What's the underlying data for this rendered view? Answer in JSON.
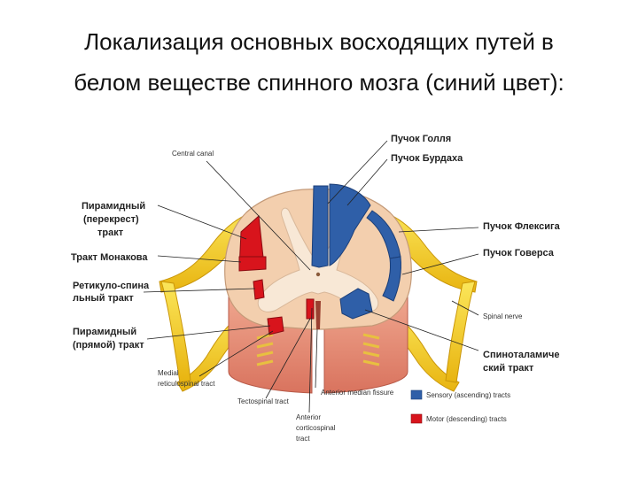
{
  "title": {
    "line1": "Локализация основных восходящих путей в",
    "line2": "белом веществе спинного мозга (синий цвет):"
  },
  "labels": {
    "goll": "Пучок Голля",
    "burdakh": "Пучок Бурдаха",
    "central_canal": "Central canal",
    "pyramidal_crossed_1": "Пирамидный",
    "pyramidal_crossed_2": "(перекрест)",
    "pyramidal_crossed_3": "тракт",
    "flechsig": "Пучок Флексига",
    "gowers": "Пучок Говерса",
    "monakov": "Тракт Монакова",
    "reticulo_1": "Ретикуло-спина",
    "reticulo_2": "льный тракт",
    "spinal_nerve": "Spinal nerve",
    "pyramidal_direct_1": "Пирамидный",
    "pyramidal_direct_2": "(прямой) тракт",
    "spinothalamic_1": "Спиноталамиче",
    "spinothalamic_2": "ский тракт",
    "medial_reticulo_1": "Medial",
    "medial_reticulo_2": "reticulospinal tract",
    "tectospinal": "Tectospinal tract",
    "anterior_fissure": "Anterior median fissure",
    "anterior_cortico_1": "Anterior",
    "anterior_cortico_2": "corticospinal",
    "anterior_cortico_3": "tract"
  },
  "legend": {
    "sensory": "Sensory (ascending) tracts",
    "motor": "Motor (descending) tracts"
  },
  "colors": {
    "sensory": "#2f5fa8",
    "motor": "#d8141c",
    "white_matter": "#f3cfae",
    "gray_matter": "#f8e8d6",
    "nerve": "#f5d21e",
    "cut_face": "#e8907a"
  }
}
